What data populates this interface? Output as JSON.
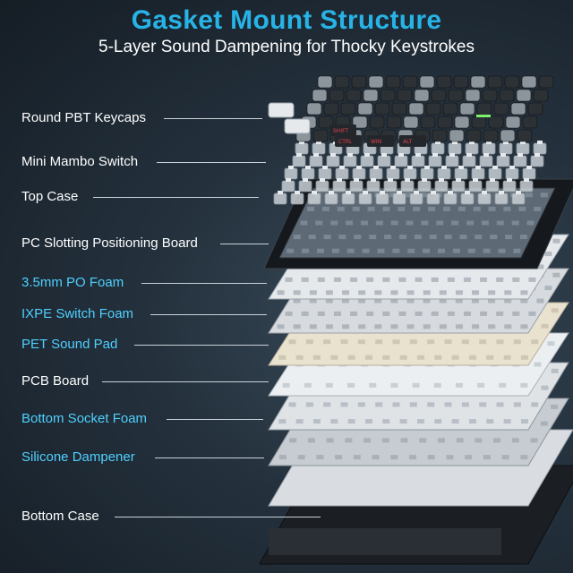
{
  "header": {
    "title": "Gasket Mount Structure",
    "subtitle": "5-Layer Sound Dampening for Thocky Keystrokes"
  },
  "colors": {
    "title": "#27b3e6",
    "label_white": "#ffffff",
    "label_blue": "#4fd0ff",
    "background": "#1f2a34"
  },
  "layers": [
    {
      "label": "Round PBT Keycaps",
      "color": "white"
    },
    {
      "label": "Mini Mambo Switch",
      "color": "white"
    },
    {
      "label": "Top Case",
      "color": "white"
    },
    {
      "label": "PC Slotting Positioning Board",
      "color": "white"
    },
    {
      "label": "3.5mm PO Foam",
      "color": "blue"
    },
    {
      "label": "IXPE Switch Foam",
      "color": "blue"
    },
    {
      "label": "PET Sound Pad",
      "color": "blue"
    },
    {
      "label": "PCB Board",
      "color": "white"
    },
    {
      "label": "Bottom Socket Foam",
      "color": "blue"
    },
    {
      "label": "Silicone Dampener",
      "color": "blue"
    },
    {
      "label": "Bottom Case",
      "color": "white"
    }
  ],
  "keycap_legends": [
    "SHIFT",
    "CTRL",
    "WIN",
    "ALT"
  ]
}
